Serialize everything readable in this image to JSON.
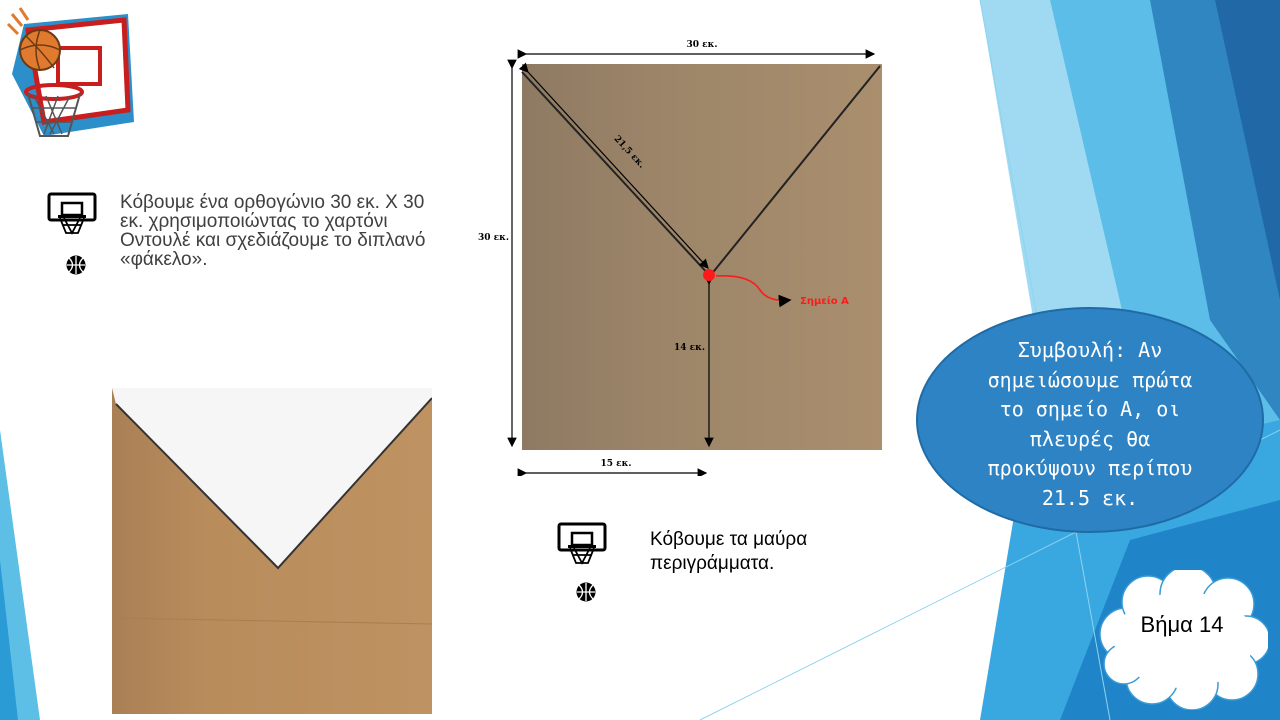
{
  "slide": {
    "step_label": "Βήμα 14",
    "tip_lines": [
      "Συμβουλή: Αν",
      "σημειώσουμε πρώτα",
      "το σημείο Α, οι",
      "πλευρές θα",
      "προκύψουν περίπου",
      "21.5 εκ."
    ],
    "instruction_1_lines": [
      "Κόβουμε ένα ορθογώνιο 30 εκ. Χ 30",
      "εκ. χρησιμοποιώντας το χαρτόνι",
      "Οντουλέ και σχεδιάζουμε το διπλανό",
      "«φάκελο»."
    ],
    "instruction_2_lines": [
      "Κόβουμε τα μαύρα",
      "περιγράμματα."
    ]
  },
  "diagram": {
    "width_label": "30 εκ.",
    "height_label": "30 εκ.",
    "diagonal_label": "21,5 εκ.",
    "vertical_label": "14 εκ.",
    "half_width_label": "15 εκ.",
    "point_label": "Σημείο Α"
  },
  "colors": {
    "cardboard": "#a38869",
    "cardboard_photo": "#b4895a",
    "tip_fill": "#2e83c4",
    "accent_blue": "#1f6ba5",
    "light_blue": "#8fd3f0",
    "point_red": "#ff1a1a"
  },
  "icons": {
    "logo": "basketball-hoop-logo",
    "bullet_hoop": "basketball-hoop-icon",
    "bullet_ball": "basketball-icon"
  }
}
